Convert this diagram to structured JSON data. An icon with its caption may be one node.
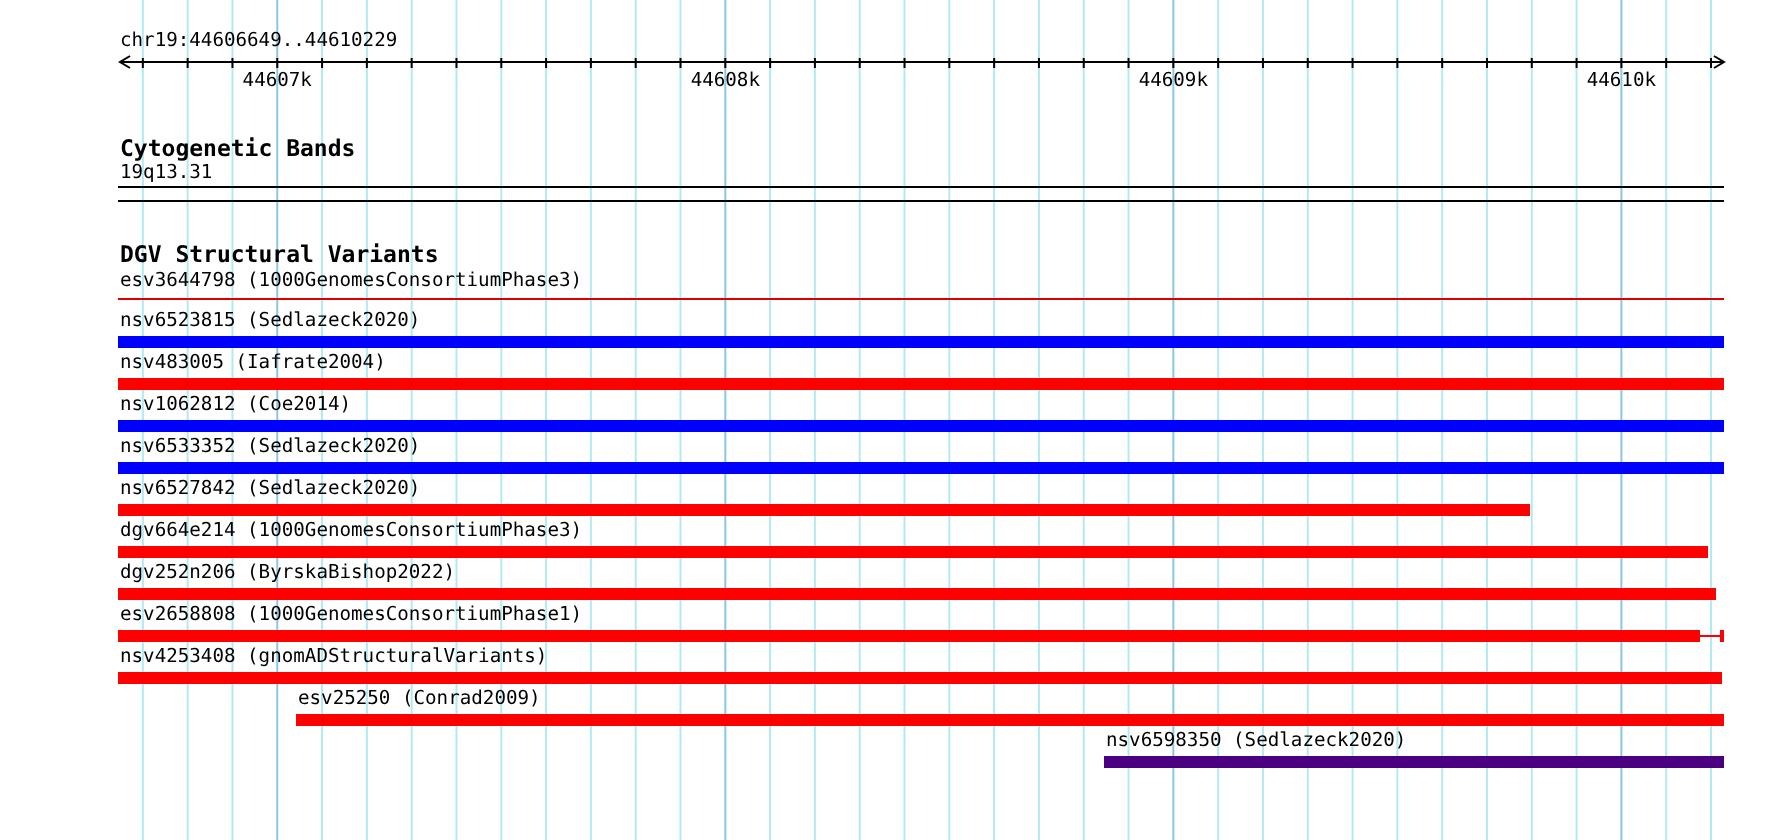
{
  "diagram": {
    "nodes": [
      {
        "text": [
          "19q13.31"
        ]
      },
      {
        "text": [
          "esv3644798 (1000GenomesConsortiumPhase3)"
        ]
      },
      {
        "text": [
          "nsv6523815 (Sedlazeck2020)"
        ]
      },
      {
        "text": [
          "nsv483005 (Iafrate2004)"
        ]
      },
      {
        "text": [
          "nsv1062812 (Coe2014)"
        ]
      },
      {
        "text": [
          "nsv6533352 (Sedlazeck2020)"
        ]
      },
      {
        "text": [
          "nsv6527842 (Sedlazeck2020)"
        ]
      },
      {
        "text": [
          "dgv664e214 (1000GenomesConsortiumPhase3)"
        ]
      },
      {
        "text": [
          "dgv252n206 (ByrskaBishop2022)"
        ]
      },
      {
        "text": [
          "esv2658808 (1000GenomesConsortiumPhase1)"
        ]
      },
      {
        "text": [
          "nsv4253408 (gnomADStructuralVariants)"
        ]
      },
      {
        "text": [
          "esv25250 (Conrad2009)"
        ]
      },
      {
        "text": [
          "nsv6598350 (Sedlazeck2020)"
        ]
      }
    ],
    "labels": [
      "chr19:44606649..44610229",
      "44607k",
      "44608k",
      "44609k",
      "44610k",
      "Cytogenetic Bands",
      "DGV Structural Variants"
    ]
  }
}
